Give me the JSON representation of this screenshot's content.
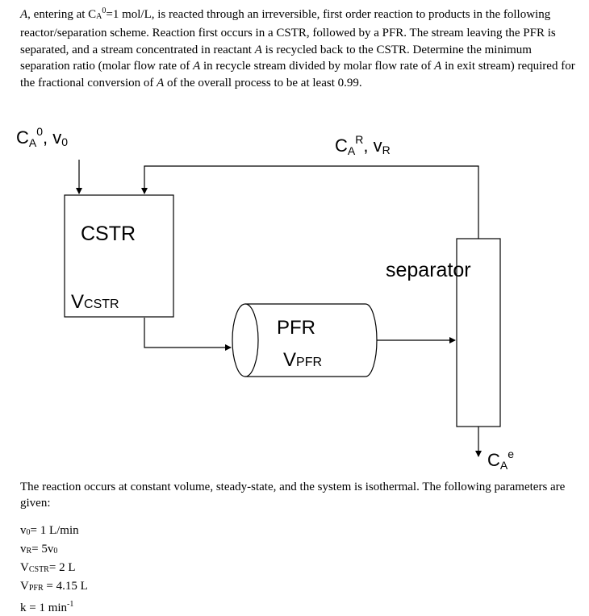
{
  "problem": {
    "seg1": "A",
    "seg2": ", entering at C",
    "seg3": "A",
    "seg4": "0",
    "seg5": "=1 mol/L, is reacted through an irreversible, first order reaction to products in the following reactor/separation scheme.  Reaction first occurs in a CSTR, followed by a PFR.  The stream leaving the PFR is separated, and a stream concentrated in reactant ",
    "seg6": "A",
    "seg7": " is recycled back to the CSTR.  Determine the minimum separation ratio (molar flow rate of ",
    "seg8": "A",
    "seg9": " in recycle stream divided by molar flow rate of ",
    "seg10": "A",
    "seg11": " in exit stream) required for the fractional conversion of ",
    "seg12": "A",
    "seg13": " of the overall process to be at least 0.99."
  },
  "diagram": {
    "feed": {
      "c": "C",
      "c_sub": "A",
      "c_sup": "0",
      "sep": ", ",
      "v": "v",
      "v_sub": "0"
    },
    "recycle": {
      "c": "C",
      "c_sub": "A",
      "c_sup": "R",
      "sep": ", ",
      "v": "v",
      "v_sub": "R"
    },
    "cstr": {
      "name": "CSTR",
      "vol": "V",
      "vol_sub": "CSTR"
    },
    "pfr": {
      "name": "PFR",
      "vol": "V",
      "vol_sub": "PFR"
    },
    "separator": {
      "name": "separator"
    },
    "exit": {
      "c": "C",
      "c_sub": "A",
      "c_sup": "e"
    }
  },
  "conditions": "The reaction occurs at constant volume, steady-state, and the system is isothermal. The following parameters are given:",
  "params": [
    {
      "sym": "v",
      "sub": "0",
      "val": "= 1 L/min"
    },
    {
      "sym": "v",
      "sub": "R",
      "val": "= 5v",
      "val_sub": "0"
    },
    {
      "sym": "V",
      "sub": "CSTR",
      "val": "= 2 L"
    },
    {
      "sym": "V",
      "sub": "PFR",
      "val": " = 4.15 L"
    },
    {
      "sym": "k",
      "val": " = 1 min",
      "val_sup": "-1"
    }
  ]
}
